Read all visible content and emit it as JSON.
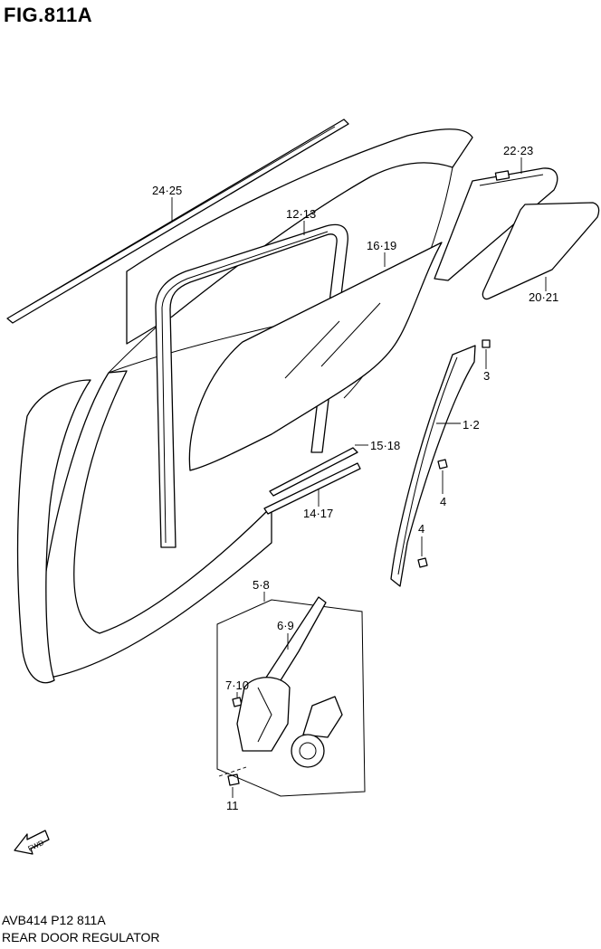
{
  "figure": {
    "title": "FIG.811A",
    "model_code": "AVB414 P12 811A",
    "name": "REAR DOOR REGULATOR"
  },
  "callouts": {
    "c24_25": "24·25",
    "c12_13": "12·13",
    "c16_19": "16·19",
    "c22_23": "22·23",
    "c20_21": "20·21",
    "c3": "3",
    "c1_2": "1·2",
    "c15_18": "15·18",
    "c14_17": "14·17",
    "c4a": "4",
    "c4b": "4",
    "c5_8": "5·8",
    "c6_9": "6·9",
    "c7_10": "7·10",
    "c11": "11"
  },
  "fwd_arrow": {
    "label": "FWD",
    "icon": "forward-arrow-icon"
  }
}
